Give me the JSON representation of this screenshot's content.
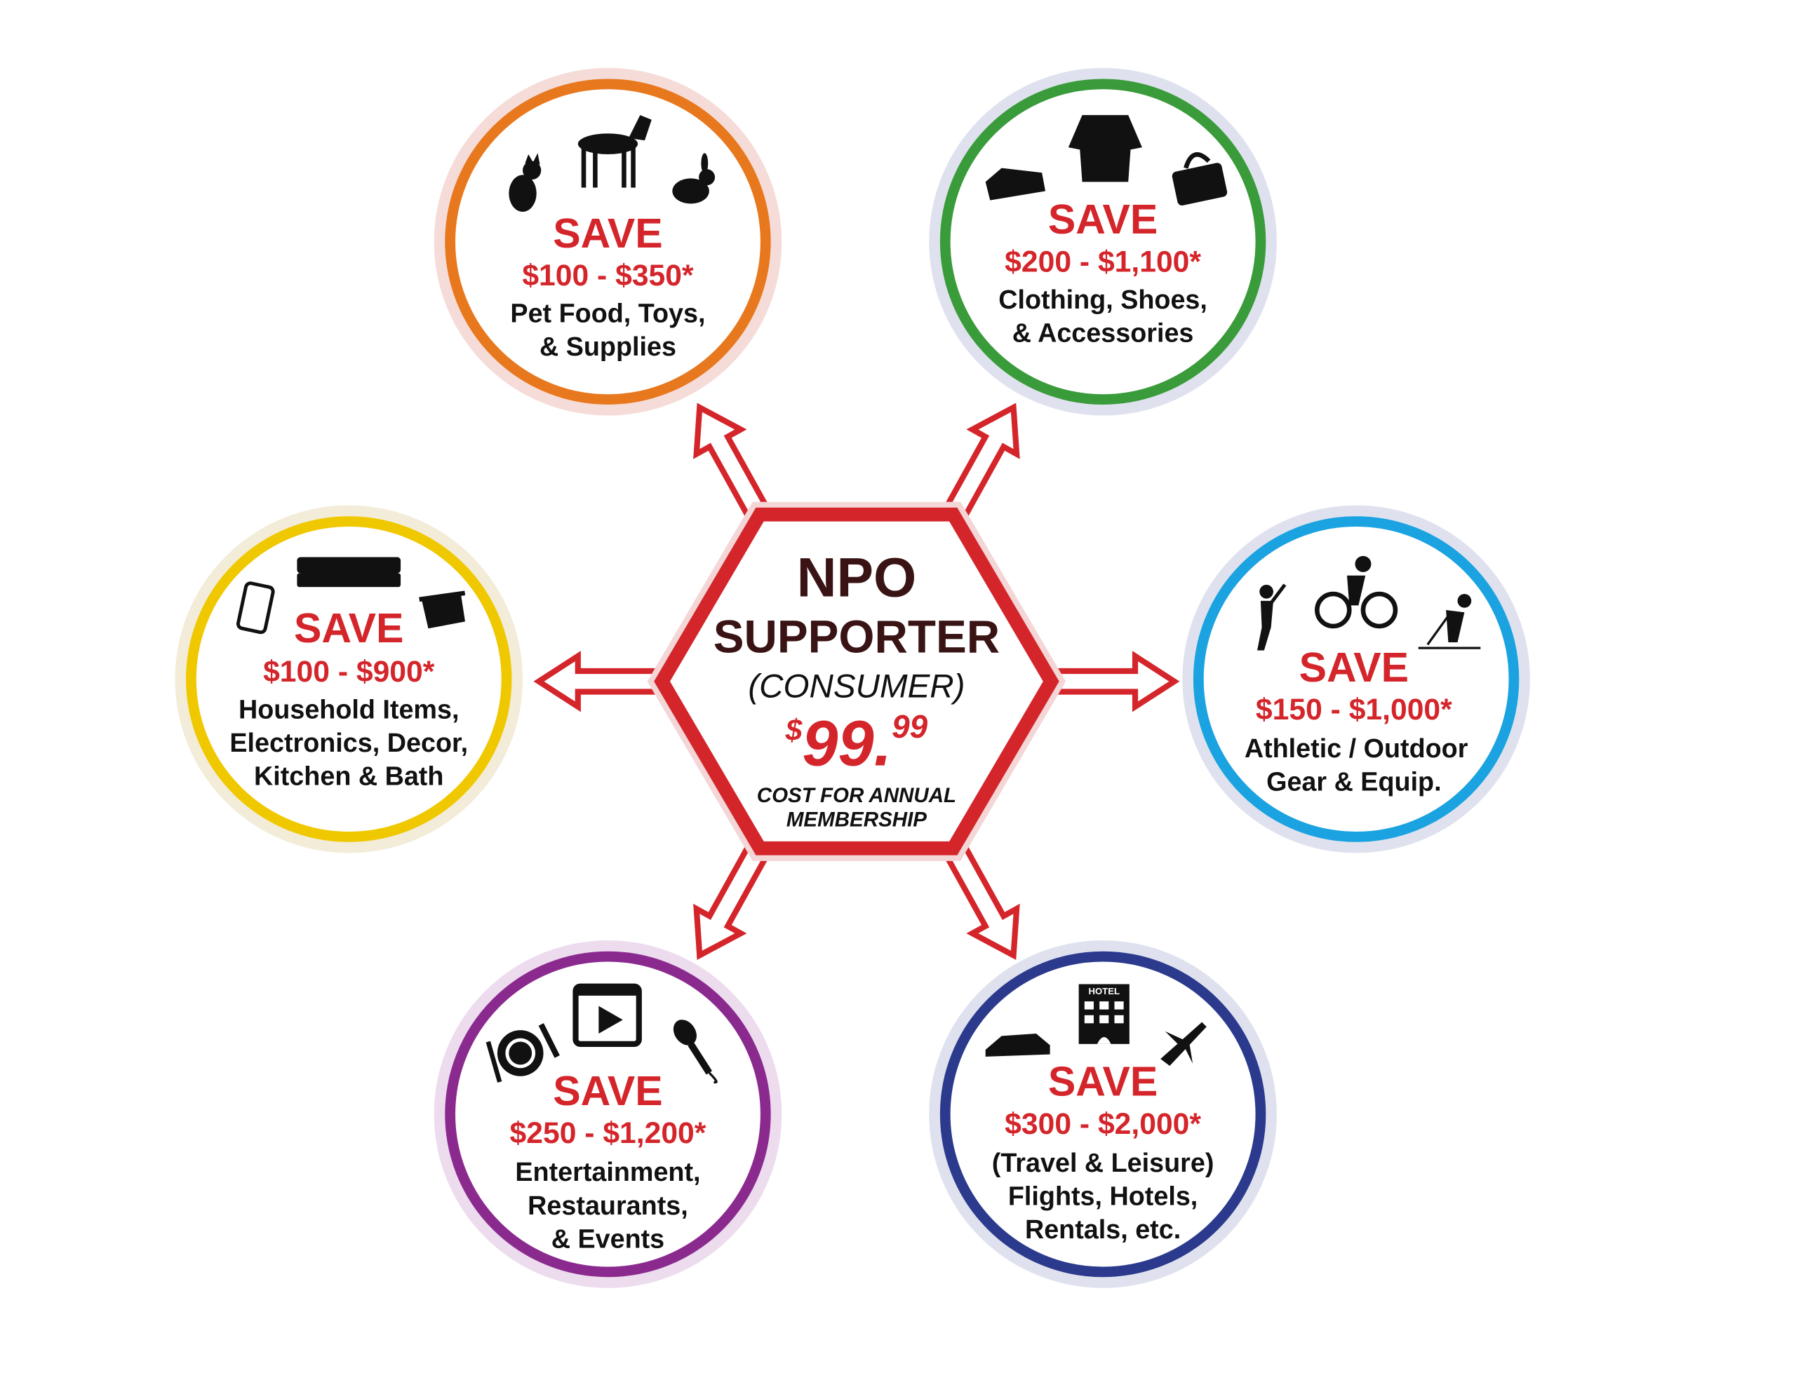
{
  "center": {
    "title_line1": "NPO",
    "title_line2": "SUPPORTER",
    "subtitle": "(CONSUMER)",
    "price_symbol": "$",
    "price_main": "99.",
    "price_cents": "99",
    "caption_line1": "COST FOR ANNUAL",
    "caption_line2": "MEMBERSHIP",
    "accent_color": "#d4252b",
    "title_color": "#3a1414"
  },
  "categories": [
    {
      "save": "SAVE",
      "range": "$100 - $350*",
      "lines": [
        "Pet Food, Toys,",
        "& Supplies"
      ],
      "ring_color": "#e8781e",
      "icons": [
        "cat-icon",
        "dog-icon",
        "rabbit-icon"
      ]
    },
    {
      "save": "SAVE",
      "range": "$200 - $1,100*",
      "lines": [
        "Clothing, Shoes,",
        "& Accessories"
      ],
      "ring_color": "#3a9b3a",
      "icons": [
        "shoe-icon",
        "shirt-icon",
        "handbag-icon"
      ]
    },
    {
      "save": "SAVE",
      "range": "$100 - $900*",
      "lines": [
        "Household Items,",
        "Electronics, Decor,",
        "Kitchen & Bath"
      ],
      "ring_color": "#f0c800",
      "icons": [
        "remote-icon",
        "sofa-icon",
        "pot-icon"
      ]
    },
    {
      "save": "SAVE",
      "range": "$150 - $1,000*",
      "lines": [
        "Athletic / Outdoor",
        "Gear & Equip."
      ],
      "ring_color": "#1aa3e0",
      "icons": [
        "golfer-icon",
        "cyclist-icon",
        "skier-icon"
      ]
    },
    {
      "save": "SAVE",
      "range": "$250 - $1,200*",
      "lines": [
        "Entertainment,",
        "Restaurants,",
        "& Events"
      ],
      "ring_color": "#8b2a8e",
      "icons": [
        "dinner-plate-icon",
        "movie-play-icon",
        "microphone-icon"
      ]
    },
    {
      "save": "SAVE",
      "range": "$300 - $2,000*",
      "lines": [
        "(Travel & Leisure)",
        "Flights, Hotels,",
        "Rentals, etc."
      ],
      "ring_color": "#2b3a8c",
      "icons": [
        "car-icon",
        "hotel-icon",
        "airplane-icon"
      ],
      "hotel_sign": "HOTEL"
    }
  ]
}
